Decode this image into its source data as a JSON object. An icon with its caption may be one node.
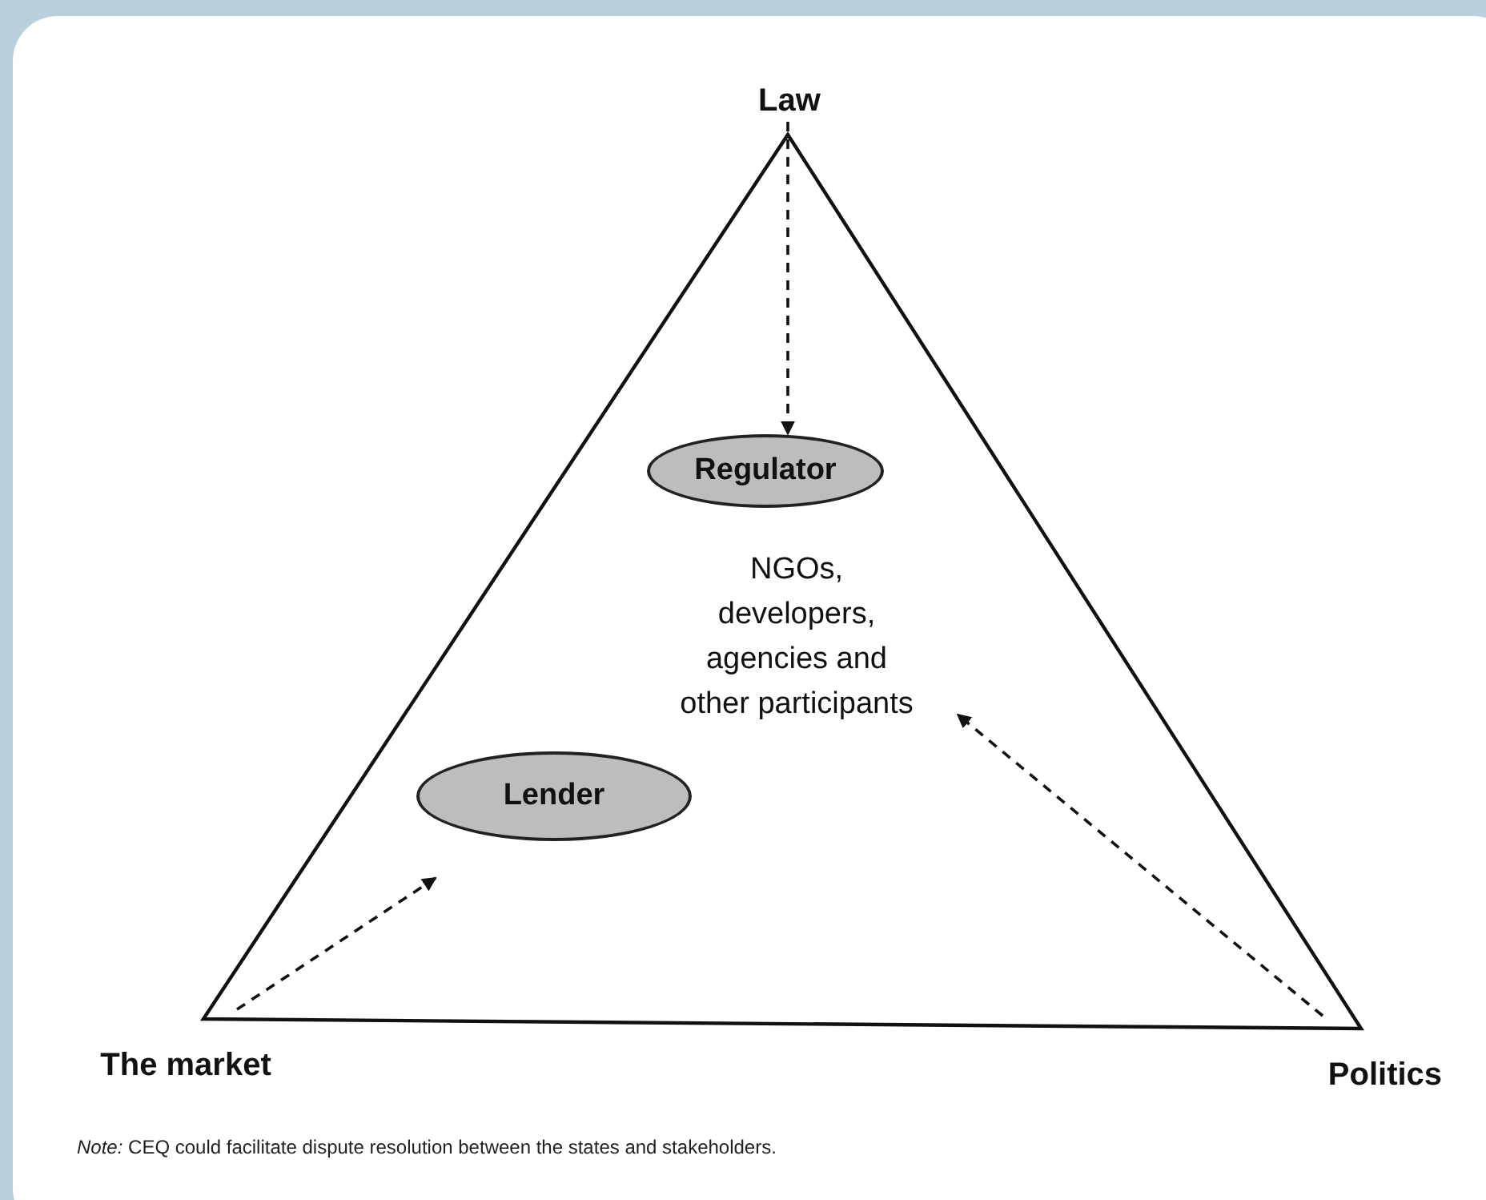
{
  "diagram": {
    "nodes": [
      {
        "text": [
          "Law"
        ]
      },
      {
        "text": [
          "The market"
        ]
      },
      {
        "text": [
          "Politics"
        ]
      },
      {
        "text": [
          "Regulator"
        ]
      },
      {
        "text": [
          "NGOs, developers, agencies and other participants"
        ]
      },
      {
        "text": [
          "Lender"
        ]
      }
    ],
    "edges": [
      {
        "from": 0,
        "to": 3,
        "arrow": "to",
        "style": "dashed"
      },
      {
        "from": 1,
        "to": 5,
        "arrow": "to",
        "style": "dashed"
      },
      {
        "from": 2,
        "to": 4,
        "arrow": "to",
        "style": "dashed"
      }
    ],
    "labels": [
      "*Note:* CEQ could facilitate dispute resolution between the states and stakeholders."
    ]
  }
}
